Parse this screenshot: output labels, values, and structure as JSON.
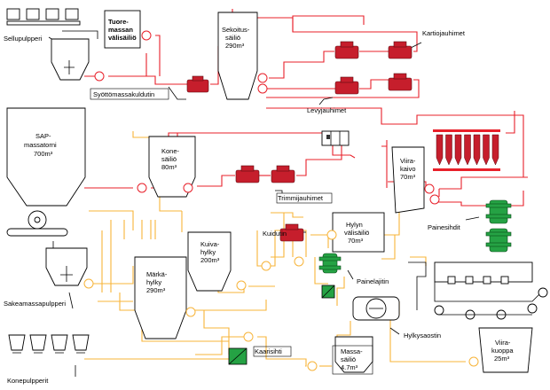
{
  "colors": {
    "fiber_line": "#e8202a",
    "broke_line": "#f7b43a",
    "equipment": "#c61e2c",
    "screen": "#25a244"
  },
  "labels": {
    "sellupulpperi": "Sellupulpperi",
    "tuore_1": "Tuore-",
    "tuore_2": "massan",
    "tuore_3": "välisäiliö",
    "syotto": "Syöttömassakuldutin",
    "sekoitus_1": "Sekoitus-",
    "sekoitus_2": "säiliö",
    "sekoitus_3": "290m³",
    "kartio": "Kartiojauhimet",
    "levy": "Levyjauhimet",
    "sap_1": "SAP-",
    "sap_2": "massatorni",
    "sap_3": "700m³",
    "kone_1": "Kone-",
    "kone_2": "säiliö",
    "kone_3": "80m³",
    "trimmi": "Trimmijauhimet",
    "viira_1": "Viira-",
    "viira_2": "kaivo",
    "viira_3": "70m³",
    "painesihdit": "Painesihdit",
    "kuidutin": "Kuidutin",
    "hylyn_1": "Hylyn",
    "hylyn_2": "välisäiliö",
    "hylyn_3": "70m³",
    "kuiva_1": "Kuiva-",
    "kuiva_2": "hylky",
    "kuiva_3": "200m³",
    "marka_1": "Märkä-",
    "marka_2": "hylky",
    "marka_3": "290m³",
    "painelajitin": "Painelajitin",
    "sakea": "Sakeamassapulpperi",
    "hylkysaostin": "Hylkysaostin",
    "kaarisihti": "Kaarisihti",
    "massa_1": "Massa-",
    "massa_2": "säiliö",
    "massa_3": "4.7m³",
    "viirakuoppa_1": "Viira-",
    "viirakuoppa_2": "kuoppa",
    "viirakuoppa_3": "25m³",
    "konepulpperit": "Konepulpperit"
  }
}
